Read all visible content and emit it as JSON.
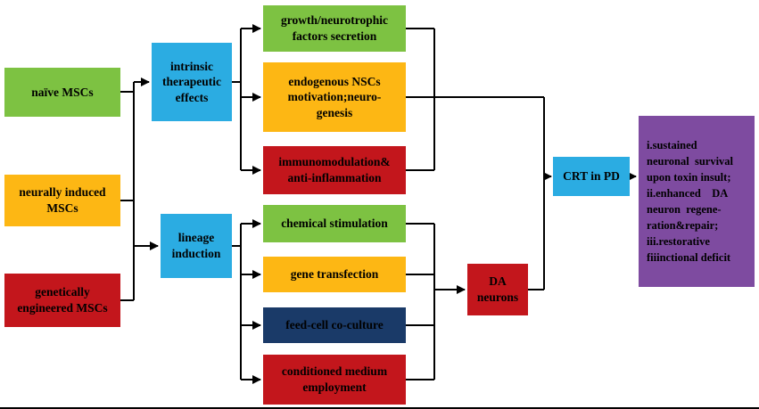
{
  "colors": {
    "green": "#7DC242",
    "yellow": "#FDB714",
    "red": "#C3161C",
    "cyan": "#2BACE2",
    "navy": "#1A3A68",
    "purple": "#7E4BA0",
    "line": "#000000",
    "background": "#FFFFFF"
  },
  "nodes": {
    "naive_mscs": {
      "label": "naïve MSCs",
      "color": "green"
    },
    "neurally_induced_mscs": {
      "label": "neurally induced\nMSCs",
      "color": "yellow"
    },
    "genetically_engineered_mscs": {
      "label": "genetically\nengineered MSCs",
      "color": "red"
    },
    "intrinsic_therapeutic_effects": {
      "label": "intrinsic\ntherapeutic\neffects",
      "color": "cyan"
    },
    "lineage_induction": {
      "label": "lineage\ninduction",
      "color": "cyan"
    },
    "growth_neurotrophic": {
      "label": "growth/neurotrophic\nfactors secretion",
      "color": "green"
    },
    "endogenous_nscs": {
      "label": "endogenous NSCs\nmotivation;neuro-\ngenesis",
      "color": "yellow"
    },
    "immunomodulation": {
      "label": "immunomodulation&\nanti-inflammation",
      "color": "red"
    },
    "chemical_stimulation": {
      "label": "chemical stimulation",
      "color": "green"
    },
    "gene_transfection": {
      "label": "gene transfection",
      "color": "yellow"
    },
    "feed_cell_coculture": {
      "label": "feed-cell co-culture",
      "color": "navy"
    },
    "conditioned_medium": {
      "label": "conditioned medium\nemployment",
      "color": "red"
    },
    "da_neurons": {
      "label": "DA\nneurons",
      "color": "red"
    },
    "crt_in_pd": {
      "label": "CRT in PD",
      "color": "cyan"
    },
    "outcomes": {
      "label": "i.sustained\nneuronal  survival\nupon toxin insult;\nii.enhanced    DA\nneuron  regene-\nration&repair;\niii.restorative\nfiiinctional deficit",
      "color": "purple"
    }
  },
  "edges": [
    {
      "from": [
        "naive_mscs",
        "neurally_induced_mscs",
        "genetically_engineered_mscs"
      ],
      "to": [
        "intrinsic_therapeutic_effects",
        "lineage_induction"
      ]
    },
    {
      "from": [
        "intrinsic_therapeutic_effects"
      ],
      "to": [
        "growth_neurotrophic",
        "endogenous_nscs",
        "immunomodulation"
      ]
    },
    {
      "from": [
        "lineage_induction"
      ],
      "to": [
        "chemical_stimulation",
        "gene_transfection",
        "feed_cell_coculture",
        "conditioned_medium"
      ]
    },
    {
      "from": [
        "chemical_stimulation",
        "gene_transfection",
        "feed_cell_coculture",
        "conditioned_medium"
      ],
      "to": [
        "da_neurons"
      ]
    },
    {
      "from": [
        "growth_neurotrophic",
        "endogenous_nscs",
        "immunomodulation",
        "da_neurons"
      ],
      "to": [
        "crt_in_pd"
      ]
    },
    {
      "from": [
        "crt_in_pd"
      ],
      "to": [
        "outcomes"
      ]
    }
  ]
}
